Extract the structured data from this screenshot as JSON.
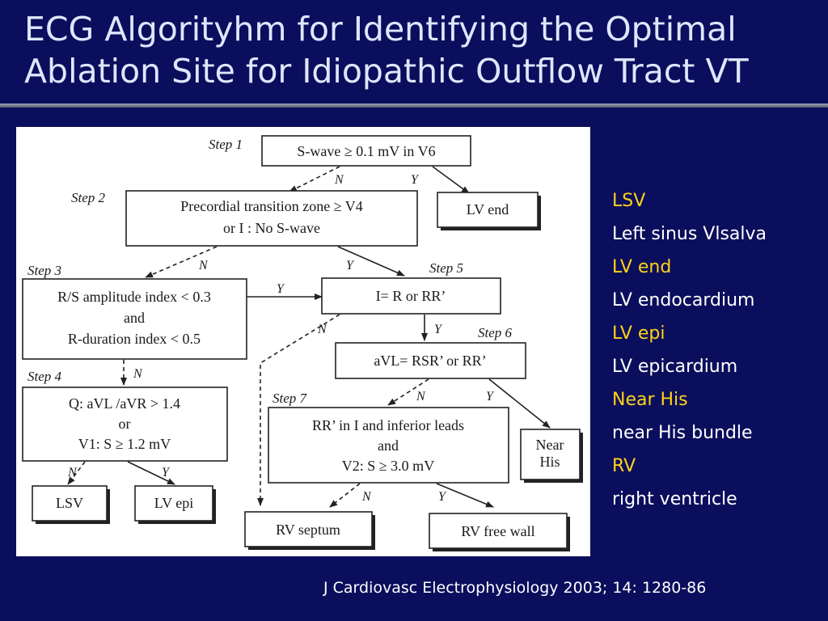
{
  "slide": {
    "title_line1": "ECG Algorityhm for Identifying the  Optimal",
    "title_line2": "Ablation Site for Idiopathic  Outflow Tract VT",
    "citation": "J Cardiovasc Electrophysiology 2003; 14: 1280-86"
  },
  "legend": [
    {
      "abbr": "LSV",
      "desc": "Left sinus Vlsalva"
    },
    {
      "abbr": "LV end",
      "desc": "LV endocardium"
    },
    {
      "abbr": "LV epi",
      "desc": "LV epicardium"
    },
    {
      "abbr": "Near His",
      "desc": "near His bundle"
    },
    {
      "abbr": "RV",
      "desc": "right ventricle"
    }
  ],
  "flowchart": {
    "steps": {
      "s1": "Step 1",
      "s2": "Step 2",
      "s3": "Step 3",
      "s4": "Step 4",
      "s5": "Step 5",
      "s6": "Step 6",
      "s7": "Step 7"
    },
    "nodes": {
      "step1": [
        "S-wave ≥ 0.1 mV in V6"
      ],
      "step2": [
        "Precordial transition zone ≥ V4",
        "or  I : No S-wave"
      ],
      "step3": [
        "R/S amplitude index < 0.3",
        "and",
        "R-duration index < 0.5"
      ],
      "step4": [
        "Q: aVL /aVR > 1.4",
        "or",
        "V1: S ≥ 1.2 mV"
      ],
      "step5": [
        "I= R or RR’"
      ],
      "step6": [
        "aVL= RSR’ or RR’"
      ],
      "step7": [
        "RR’ in I and inferior leads",
        "and",
        "V2: S ≥ 3.0 mV"
      ]
    },
    "outcomes": {
      "lv_end": "LV end",
      "lsv": "LSV",
      "lv_epi": "LV epi",
      "near_his": [
        "Near",
        "His"
      ],
      "rv_septum": "RV septum",
      "rv_free_wall": "RV free wall"
    },
    "branch_labels": {
      "no": "N",
      "yes": "Y"
    }
  }
}
